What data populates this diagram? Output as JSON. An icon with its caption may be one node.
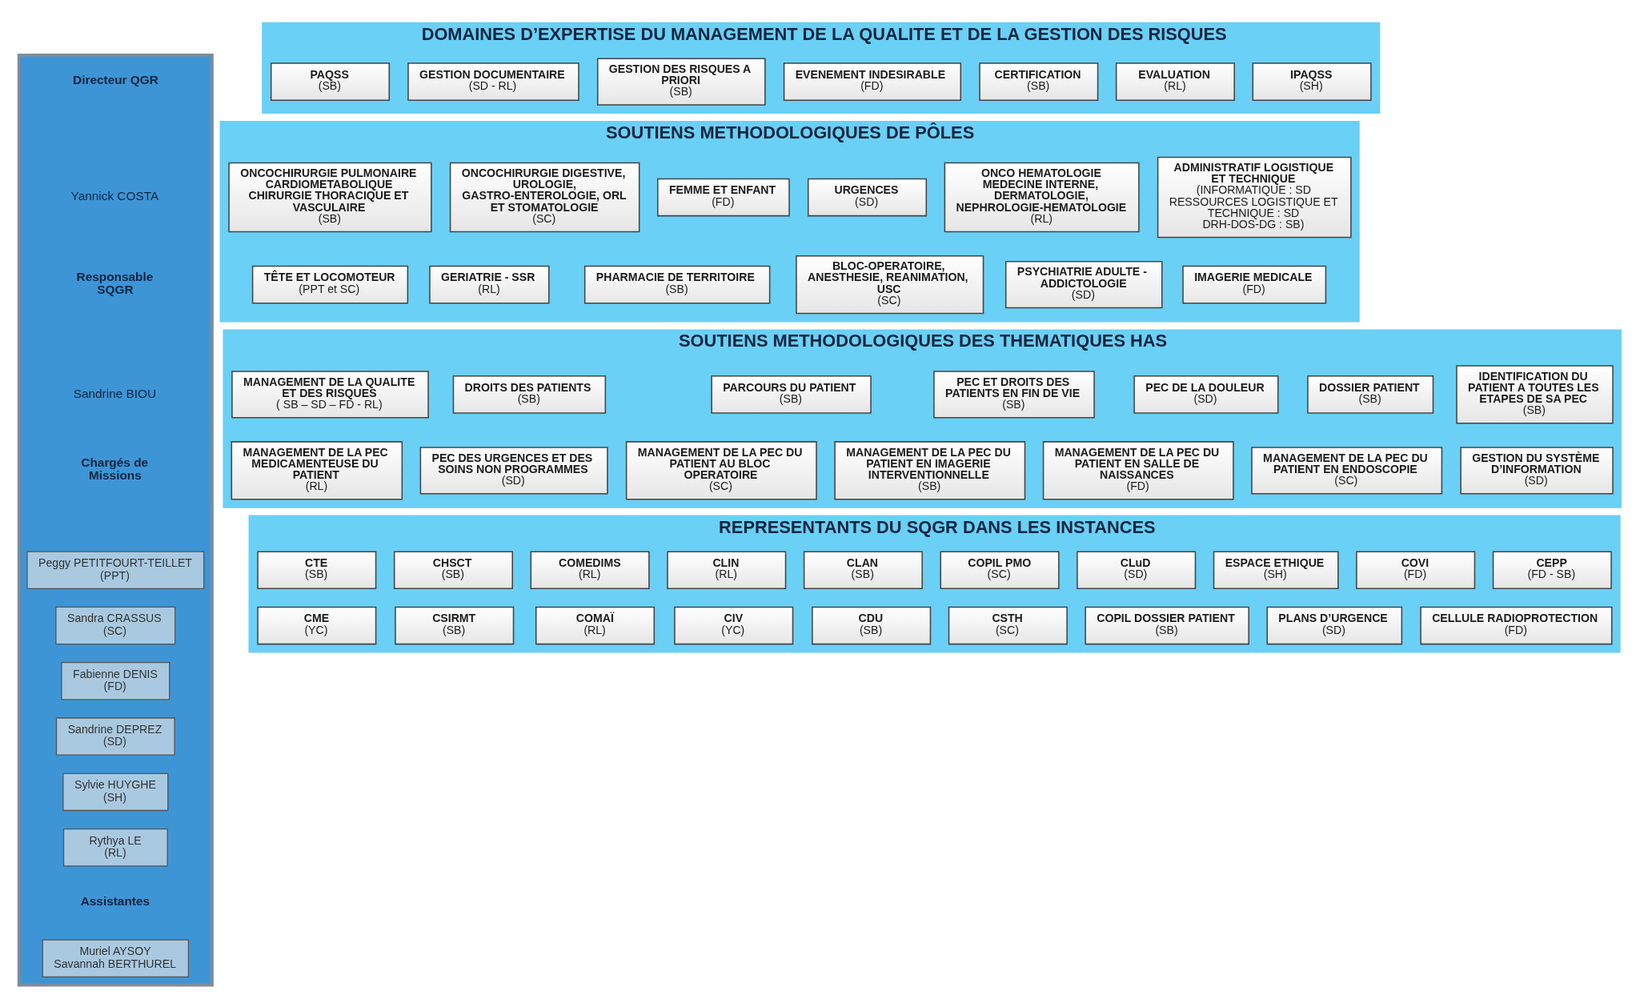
{
  "diagram": {
    "nodes": [
      {
        "text": [],
        "shape": "bar"
      },
      {
        "text": [
          "Peggy PETITFOURT-TEILLET",
          "(PPT)"
        ],
        "in": 0
      },
      {
        "text": [
          "Sandra CRASSUS",
          "(SC)"
        ],
        "in": 0
      },
      {
        "text": [
          "Fabienne DENIS",
          "(FD)"
        ],
        "in": 0
      },
      {
        "text": [
          "Sandrine DEPREZ",
          "(SD)"
        ],
        "in": 0
      },
      {
        "text": [
          "Sylvie HUYGHE",
          "(SH)"
        ],
        "in": 0
      },
      {
        "text": [
          "Rythya LE",
          "(RL)"
        ],
        "in": 0
      },
      {
        "text": [
          "Muriel AYSOY",
          "Savannah BERTHUREL"
        ],
        "in": 0
      },
      {
        "text": [
          "DOMAINES D’EXPERTISE DU MANAGEMENT DE LA QUALITE ET DE LA GESTION DES RISQUES"
        ]
      },
      {
        "text": [
          "PAQSS",
          "(SB)"
        ],
        "in": 8
      },
      {
        "text": [
          "GESTION DOCUMENTAIRE",
          "(SD - RL)"
        ],
        "in": 8
      },
      {
        "text": [
          "GESTION DES RISQUES A PRIORI",
          "(SB)"
        ],
        "in": 8
      },
      {
        "text": [
          "EVENEMENT INDESIRABLE",
          "(FD)"
        ],
        "in": 8
      },
      {
        "text": [
          "CERTIFICATION",
          "(SB)"
        ],
        "in": 8
      },
      {
        "text": [
          "EVALUATION",
          "(RL)"
        ],
        "in": 8
      },
      {
        "text": [
          "IPAQSS",
          "(SH)"
        ],
        "in": 8
      },
      {
        "text": [
          "SOUTIENS METHODOLOGIQUES DE PÔLES"
        ]
      },
      {
        "text": [
          "ONCOCHIRURGIE PULMONAIRE CARDIOMETABOLIQUE CHIRURGIE THORACIQUE ET VASCULAIRE",
          "(SB)"
        ],
        "in": 16
      },
      {
        "text": [
          "TÊTE ET LOCOMOTEUR",
          "(PPT et SC)"
        ],
        "in": 16
      },
      {
        "text": [
          "ONCOCHIRURGIE DIGESTIVE, UROLOGIE, GASTRO-ENTEROLOGIE, ORL ET STOMATOLOGIE",
          "(SC)"
        ],
        "in": 16
      },
      {
        "text": [
          "GERIATRIE - SSR",
          "(RL)"
        ],
        "in": 16
      },
      {
        "text": [
          "FEMME ET ENFANT",
          "(FD)"
        ],
        "in": 16
      },
      {
        "text": [
          "PHARMACIE DE TERRITOIRE",
          "(SB)"
        ],
        "in": 16
      },
      {
        "text": [
          "BLOC-OPERATOIRE, ANESTHESIE, REANIMATION, USC",
          "(SC)"
        ],
        "in": 16
      },
      {
        "text": [
          "URGENCES",
          "(SD)"
        ],
        "in": 16
      },
      {
        "text": [
          "PSYCHIATRIE ADULTE - ADDICTOLOGIE",
          "(SD)"
        ],
        "in": 16
      },
      {
        "text": [
          "ONCO HEMATOLOGIE MEDECINE INTERNE, DERMATOLOGIE, NEPHROLOGIE-HEMATOLOGIE",
          "(RL)"
        ],
        "in": 16
      },
      {
        "text": [
          "IMAGERIE MEDICALE",
          "(FD)"
        ],
        "in": 16
      },
      {
        "text": [
          "ADMINISTRATIF LOGISTIQUE ET TECHNIQUE",
          "(INFORMATIQUE : SD",
          "RESSOURCES LOGISTIQUE ET TECHNIQUE : SD",
          "DRH-DOS-DG : SB)"
        ],
        "in": 16
      },
      {
        "text": [
          "SOUTIENS METHODOLOGIQUES DES THEMATIQUES HAS"
        ]
      },
      {
        "text": [
          "MANAGEMENT DE LA QUALITE ET DES RISQUES",
          "( SB – SD – FD - RL)"
        ],
        "in": 29
      },
      {
        "text": [
          "MANAGEMENT DE LA PEC MEDICAMENTEUSE DU PATIENT",
          "(RL)"
        ],
        "in": 29
      },
      {
        "text": [
          "DROITS DES PATIENTS",
          "(SB)"
        ],
        "in": 29
      },
      {
        "text": [
          "PEC DES URGENCES ET DES SOINS NON PROGRAMMES",
          "(SD)"
        ],
        "in": 29
      },
      {
        "text": [
          "PARCOURS DU PATIENT",
          "(SB)"
        ],
        "in": 29
      },
      {
        "text": [
          "MANAGEMENT DE LA PEC DU PATIENT AU BLOC OPERATOIRE",
          "(SC)"
        ],
        "in": 29
      },
      {
        "text": [
          "PEC ET DROITS DES PATIENTS EN FIN DE VIE",
          "(SB)"
        ],
        "in": 29
      },
      {
        "text": [
          "MANAGEMENT DE LA PEC DU PATIENT EN IMAGERIE INTERVENTIONNELLE",
          "(SB)"
        ],
        "in": 29
      },
      {
        "text": [
          "PEC DE LA DOULEUR",
          "(SD)"
        ],
        "in": 29
      },
      {
        "text": [
          "MANAGEMENT DE LA PEC DU PATIENT EN SALLE DE NAISSANCES",
          "(FD)"
        ],
        "in": 29
      },
      {
        "text": [
          "DOSSIER PATIENT",
          "(SB)"
        ],
        "in": 29
      },
      {
        "text": [
          "MANAGEMENT DE LA PEC DU PATIENT EN ENDOSCOPIE",
          "(SC)"
        ],
        "in": 29
      },
      {
        "text": [
          "IDENTIFICATION DU PATIENT A TOUTES LES ETAPES DE SA PEC",
          "(SB)"
        ],
        "in": 29
      },
      {
        "text": [
          "GESTION DU SYSTÈME D’INFORMATION",
          "(SD)"
        ],
        "in": 29
      },
      {
        "text": [
          "REPRESENTANTS DU SQGR DANS LES INSTANCES"
        ]
      },
      {
        "text": [
          "CTE",
          "(SB)"
        ],
        "in": 44
      },
      {
        "text": [
          "CHSCT",
          "(SB)"
        ],
        "in": 44
      },
      {
        "text": [
          "COMEDIMS",
          "(RL)"
        ],
        "in": 44
      },
      {
        "text": [
          "CLIN",
          "(RL)"
        ],
        "in": 44
      },
      {
        "text": [
          "CLAN",
          "(SB)"
        ],
        "in": 44
      },
      {
        "text": [
          "COPIL PMO",
          "(SC)"
        ],
        "in": 44
      },
      {
        "text": [
          "CLuD",
          "(SD)"
        ],
        "in": 44
      },
      {
        "text": [
          "ESPACE ETHIQUE",
          "(SH)"
        ],
        "in": 44
      },
      {
        "text": [
          "COVI",
          "(FD)"
        ],
        "in": 44
      },
      {
        "text": [
          "CEPP",
          "(FD - SB)"
        ],
        "in": 44
      },
      {
        "text": [
          "CME",
          "(YC)"
        ],
        "in": 44
      },
      {
        "text": [
          "CSIRMT",
          "(SB)"
        ],
        "in": 44
      },
      {
        "text": [
          "COMAÏ",
          "(RL)"
        ],
        "in": 44
      },
      {
        "text": [
          "CIV",
          "(YC)"
        ],
        "in": 44
      },
      {
        "text": [
          "CDU",
          "(SB)"
        ],
        "in": 44
      },
      {
        "text": [
          "CSTH",
          "(SC)"
        ],
        "in": 44
      },
      {
        "text": [
          "COPIL DOSSIER PATIENT",
          "(SB)"
        ],
        "in": 44
      },
      {
        "text": [
          "PLANS D’URGENCE",
          "(SD)"
        ],
        "in": 44
      },
      {
        "text": [
          "CELLULE RADIOPROTECTION",
          "(FD)"
        ],
        "in": 44
      }
    ],
    "labels": [
      "Directeur QGR",
      "Yannick COSTA",
      "Responsable SQGR",
      "Sandrine BIOU",
      "Chargés de Missions",
      "Assistantes"
    ]
  }
}
